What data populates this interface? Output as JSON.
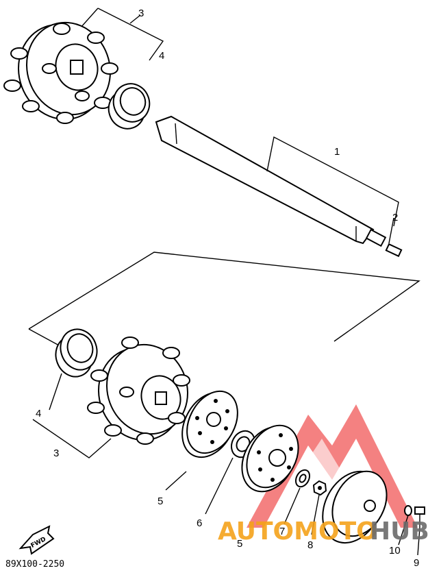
{
  "callouts": {
    "c1": "1",
    "c2": "2",
    "c3_top": "3",
    "c4_top": "4",
    "c3_bottom": "3",
    "c4_bottom": "4",
    "c5_left": "5",
    "c6": "6",
    "c7": "7",
    "c5_bottom": "5",
    "c8": "8",
    "c10": "10",
    "c9": "9"
  },
  "fwd_label": "FWD",
  "diagram_code": "89X100-2250",
  "watermark": {
    "part1": "AUTOMOTO",
    "part2": "HUB",
    "color1": "#f5a21b",
    "color2": "#6b6b6b",
    "logo_color": "#ee3a3a"
  }
}
